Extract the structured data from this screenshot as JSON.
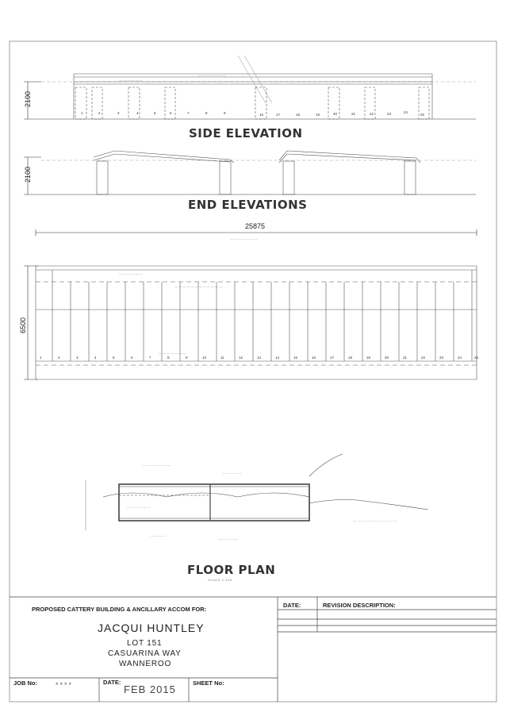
{
  "drawings": {
    "side_elevation_title": "SIDE ELEVATION",
    "end_elevations_title": "END ELEVATIONS",
    "floor_plan_title": "FLOOR PLAN",
    "floor_plan_scale": "SCALE 1:100",
    "side_height_dim": "2100",
    "end_height_dim": "2100",
    "overall_length_dim": "25875",
    "overall_width_dim": "6500",
    "side_bay_numbers": [
      "1",
      "2",
      "3",
      "4",
      "5",
      "6",
      "7",
      "8",
      "9",
      "16",
      "17",
      "18",
      "19",
      "20",
      "21",
      "22",
      "23",
      "24",
      "25"
    ],
    "plan_bay_numbers": [
      "1",
      "2",
      "3",
      "4",
      "5",
      "6",
      "7",
      "8",
      "9",
      "10",
      "11",
      "12",
      "13",
      "14",
      "15",
      "16",
      "17",
      "18",
      "19",
      "20",
      "21",
      "22",
      "23",
      "24",
      "25"
    ]
  },
  "title_block": {
    "project_heading": "PROPOSED CATTERY BUILDING  & ANCILLARY ACCOM FOR:",
    "client_name": "JACQUI HUNTLEY",
    "address_line1": "LOT 151",
    "address_line2": "CASUARINA WAY",
    "address_line3": "WANNEROO",
    "job_no_label": "JOB No:",
    "job_no_value": "****",
    "date_label": "DATE:",
    "date_value": "FEB 2015",
    "sheet_no_label": "SHEET No:",
    "rev_date_header": "DATE:",
    "rev_desc_header": "REVISION DESCRIPTION:"
  }
}
